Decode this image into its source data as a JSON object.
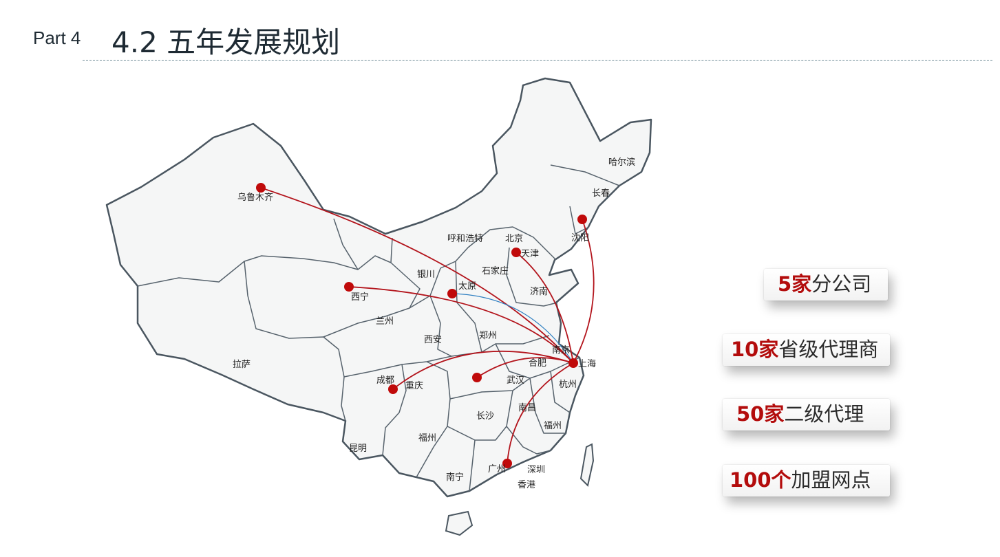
{
  "header": {
    "part_label": "Part 4",
    "title": "4.2 五年发展规划"
  },
  "map": {
    "hub": "上海",
    "colors": {
      "route": "#b3141c",
      "dot": "#c00a0a",
      "land": "#f5f6f6",
      "border": "#4a5660",
      "accent_route": "#2f7fc1"
    },
    "city_labels": [
      "哈尔滨",
      "长春",
      "乌鲁木齐",
      "沈阳",
      "呼和浩特",
      "北京",
      "天津",
      "银川",
      "石家庄",
      "太原",
      "西宁",
      "济南",
      "兰州",
      "西安",
      "郑州",
      "南京",
      "合肥",
      "上海",
      "拉萨",
      "成都",
      "重庆",
      "武汉",
      "杭州",
      "南昌",
      "长沙",
      "福州",
      "昆明",
      "福州",
      "广州",
      "深圳",
      "南宁",
      "香港"
    ],
    "route_origins": [
      "乌鲁木齐",
      "西宁",
      "沈阳",
      "天津",
      "太原",
      "成都",
      "武汉",
      "广州"
    ]
  },
  "stats": [
    {
      "num": "5家",
      "text": "分公司"
    },
    {
      "num": "10家",
      "text": "省级代理商"
    },
    {
      "num": "50家",
      "text": "二级代理"
    },
    {
      "num": "100个",
      "text": "加盟网点"
    }
  ]
}
